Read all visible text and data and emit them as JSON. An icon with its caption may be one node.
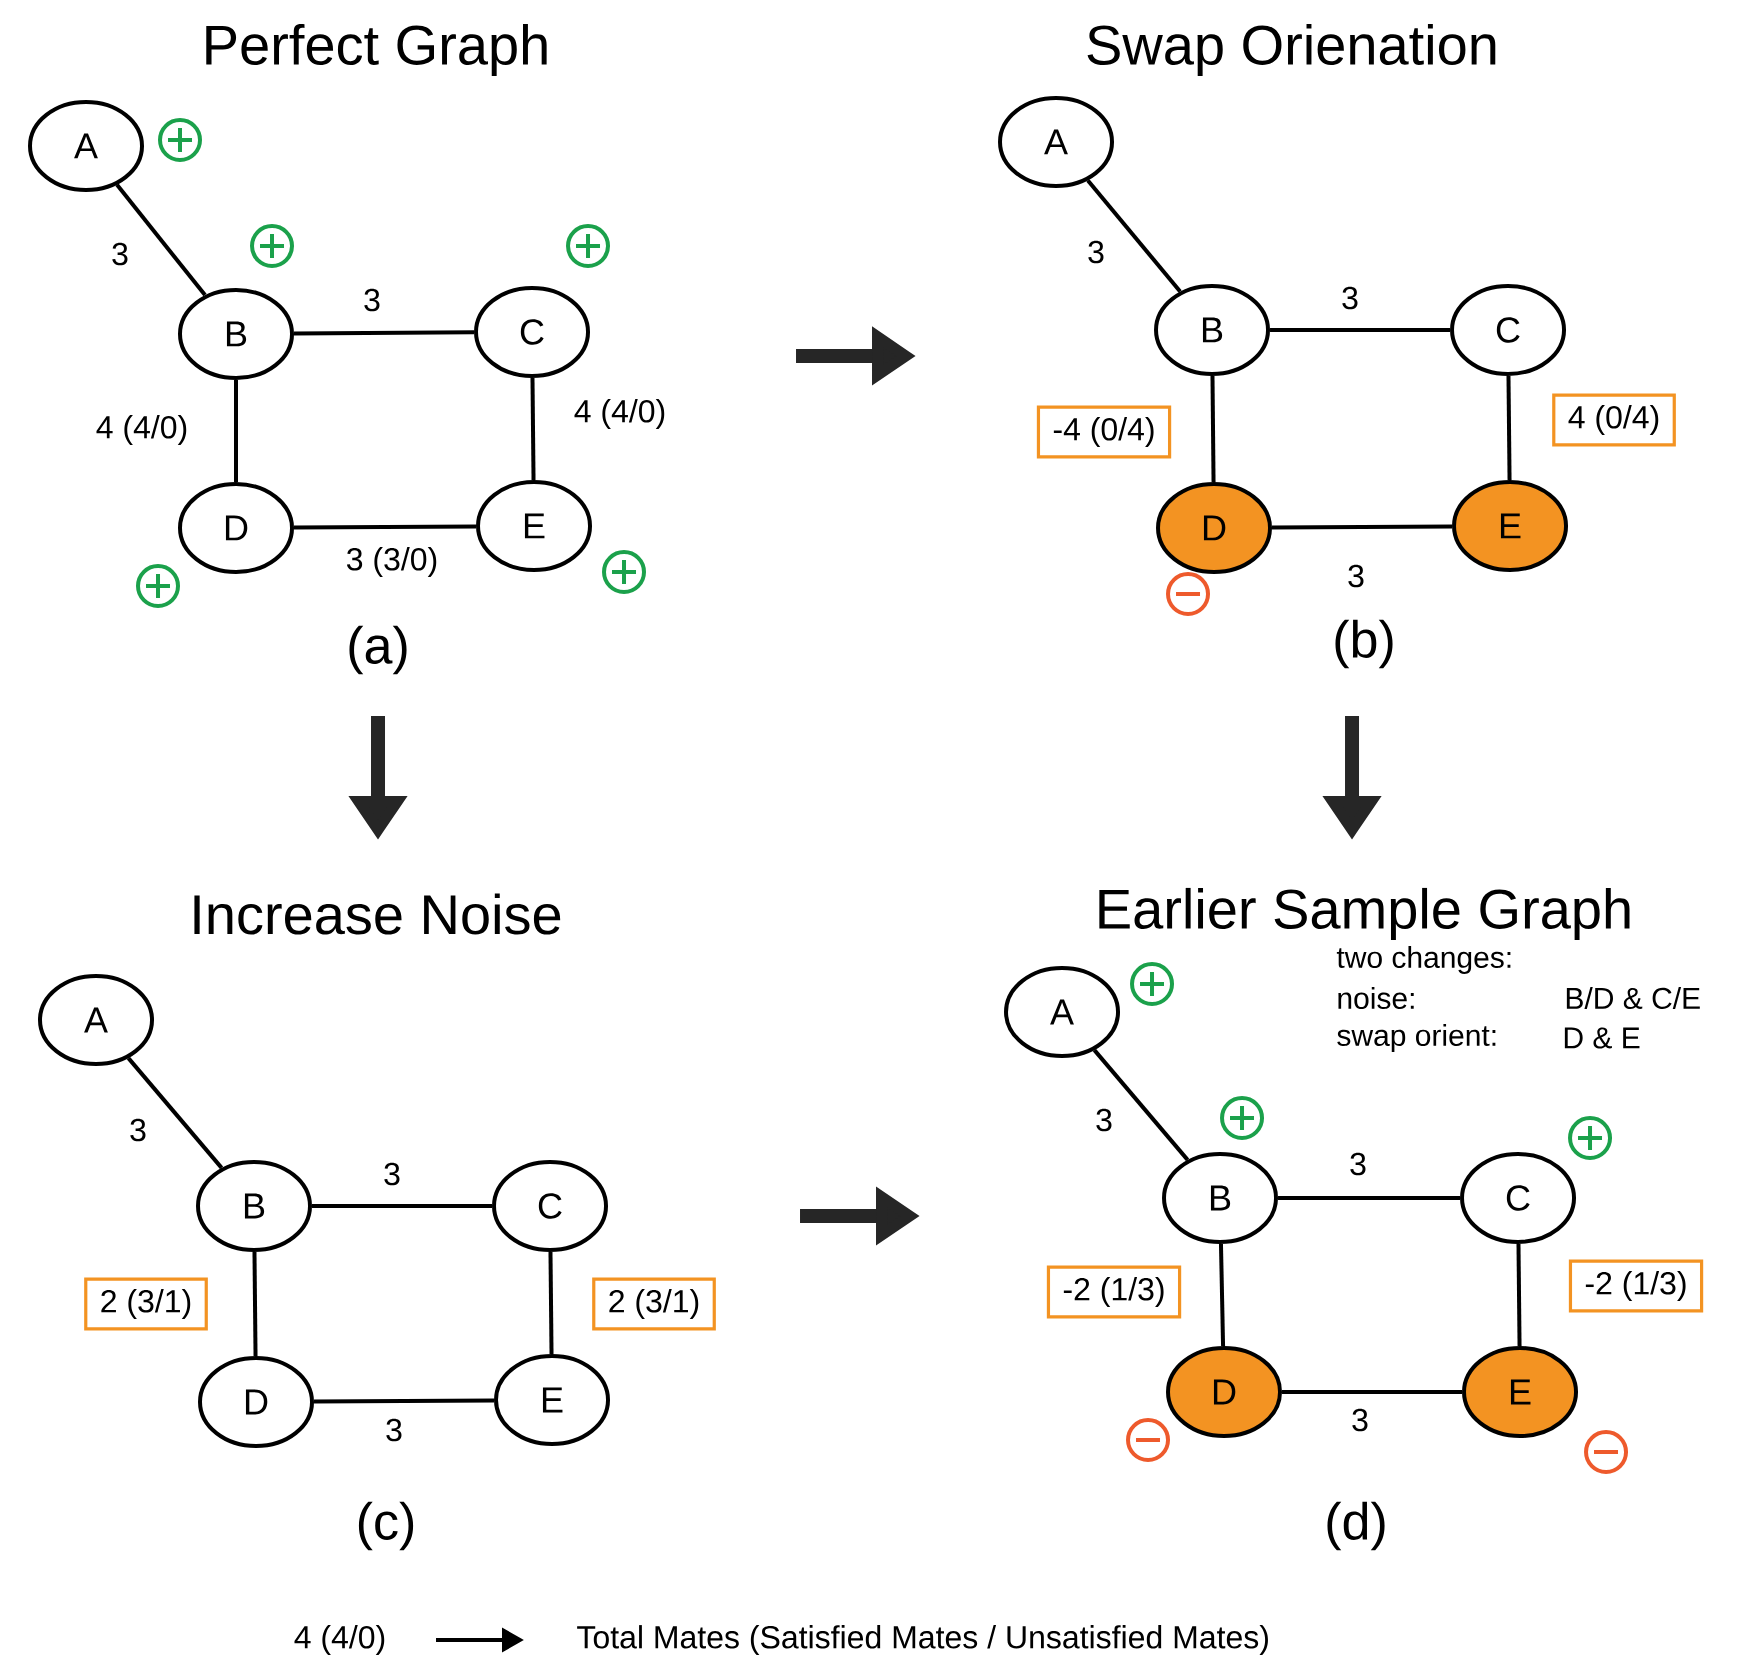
{
  "diagram": {
    "nodes": [
      {
        "text": [
          "A"
        ]
      },
      {
        "text": [
          "B"
        ]
      },
      {
        "text": [
          "C"
        ]
      },
      {
        "text": [
          "D"
        ]
      },
      {
        "text": [
          "E"
        ]
      },
      {
        "text": [
          "A"
        ]
      },
      {
        "text": [
          "B"
        ]
      },
      {
        "text": [
          "C"
        ]
      },
      {
        "text": [
          "D"
        ]
      },
      {
        "text": [
          "E"
        ]
      },
      {
        "text": [
          "A"
        ]
      },
      {
        "text": [
          "B"
        ]
      },
      {
        "text": [
          "C"
        ]
      },
      {
        "text": [
          "D"
        ]
      },
      {
        "text": [
          "E"
        ]
      },
      {
        "text": [
          "A"
        ]
      },
      {
        "text": [
          "B"
        ]
      },
      {
        "text": [
          "C"
        ]
      },
      {
        "text": [
          "D"
        ]
      },
      {
        "text": [
          "E"
        ]
      }
    ],
    "edges": [
      {
        "from": 0,
        "to": 1,
        "arrow": "none",
        "label": "3"
      },
      {
        "from": 1,
        "to": 2,
        "arrow": "none",
        "label": "3"
      },
      {
        "from": 1,
        "to": 3,
        "arrow": "none",
        "label": "4 (4/0)"
      },
      {
        "from": 2,
        "to": 4,
        "arrow": "none",
        "label": "4 (4/0)"
      },
      {
        "from": 3,
        "to": 4,
        "arrow": "none",
        "label": "3 (3/0)"
      },
      {
        "from": 5,
        "to": 6,
        "arrow": "none",
        "label": "3"
      },
      {
        "from": 6,
        "to": 7,
        "arrow": "none",
        "label": "3"
      },
      {
        "from": 6,
        "to": 8,
        "arrow": "none",
        "label": "-4 (0/4)"
      },
      {
        "from": 7,
        "to": 9,
        "arrow": "none",
        "label": "4 (0/4)"
      },
      {
        "from": 8,
        "to": 9,
        "arrow": "none",
        "label": "3"
      },
      {
        "from": 10,
        "to": 11,
        "arrow": "none",
        "label": "3"
      },
      {
        "from": 11,
        "to": 12,
        "arrow": "none",
        "label": "3"
      },
      {
        "from": 11,
        "to": 13,
        "arrow": "none",
        "label": "2 (3/1)"
      },
      {
        "from": 12,
        "to": 14,
        "arrow": "none",
        "label": "2 (3/1)"
      },
      {
        "from": 13,
        "to": 14,
        "arrow": "none",
        "label": "3"
      },
      {
        "from": 15,
        "to": 16,
        "arrow": "none",
        "label": "3"
      },
      {
        "from": 16,
        "to": 17,
        "arrow": "none",
        "label": "3"
      },
      {
        "from": 16,
        "to": 18,
        "arrow": "none",
        "label": "-2 (1/3)"
      },
      {
        "from": 17,
        "to": 19,
        "arrow": "none",
        "label": "-2 (1/3)"
      },
      {
        "from": 18,
        "to": 19,
        "arrow": "none",
        "label": "3"
      }
    ],
    "labels": [
      "Perfect Graph",
      "Swap Orienation",
      "(a)",
      "(b)",
      "Increase Noise",
      "Earlier Sample Graph",
      "two changes:",
      "noise:",
      "B/D & C/E",
      "swap orient:",
      "D & E",
      "(c)",
      "(d)",
      "4 (4/0)",
      "Total Mates (Satisfied Mates / Unsatisfied Mates)"
    ]
  }
}
